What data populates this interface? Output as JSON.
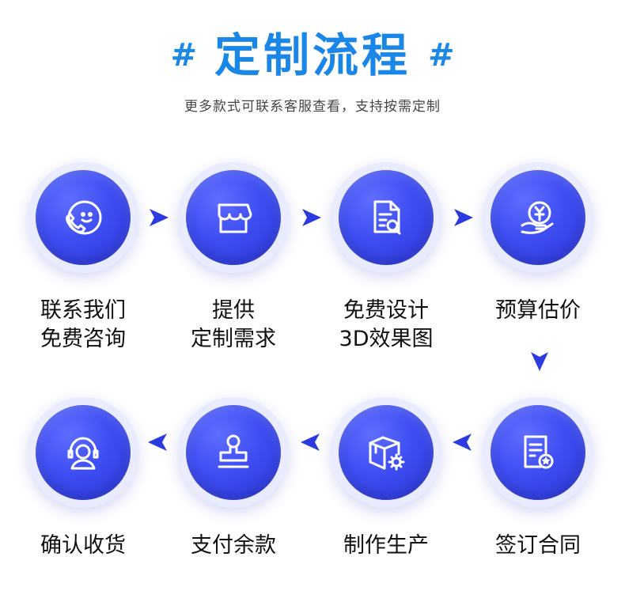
{
  "header": {
    "hash_left": "#",
    "title": "定制流程",
    "hash_right": "#",
    "subtitle": "更多款式可联系客服查看，支持按需定制"
  },
  "steps": [
    {
      "line1": "联系我们",
      "line2": "免费咨询",
      "icon": "phone-smile-icon"
    },
    {
      "line1": "提供",
      "line2": "定制需求",
      "icon": "shop-icon"
    },
    {
      "line1": "免费设计",
      "line2": "3D效果图",
      "icon": "document-search-icon"
    },
    {
      "line1": "预算估价",
      "line2": "",
      "icon": "yuan-coin-hand-icon"
    },
    {
      "line1": "签订合同",
      "line2": "",
      "icon": "contract-seal-icon"
    },
    {
      "line1": "制作生产",
      "line2": "",
      "icon": "box-gear-icon"
    },
    {
      "line1": "支付余款",
      "line2": "",
      "icon": "stamp-icon"
    },
    {
      "line1": "确认收货",
      "line2": "",
      "icon": "customer-service-icon"
    }
  ],
  "colors": {
    "title": "#1a86e8",
    "circle": "#3e4ef2",
    "arrow": "#2c3be0"
  }
}
